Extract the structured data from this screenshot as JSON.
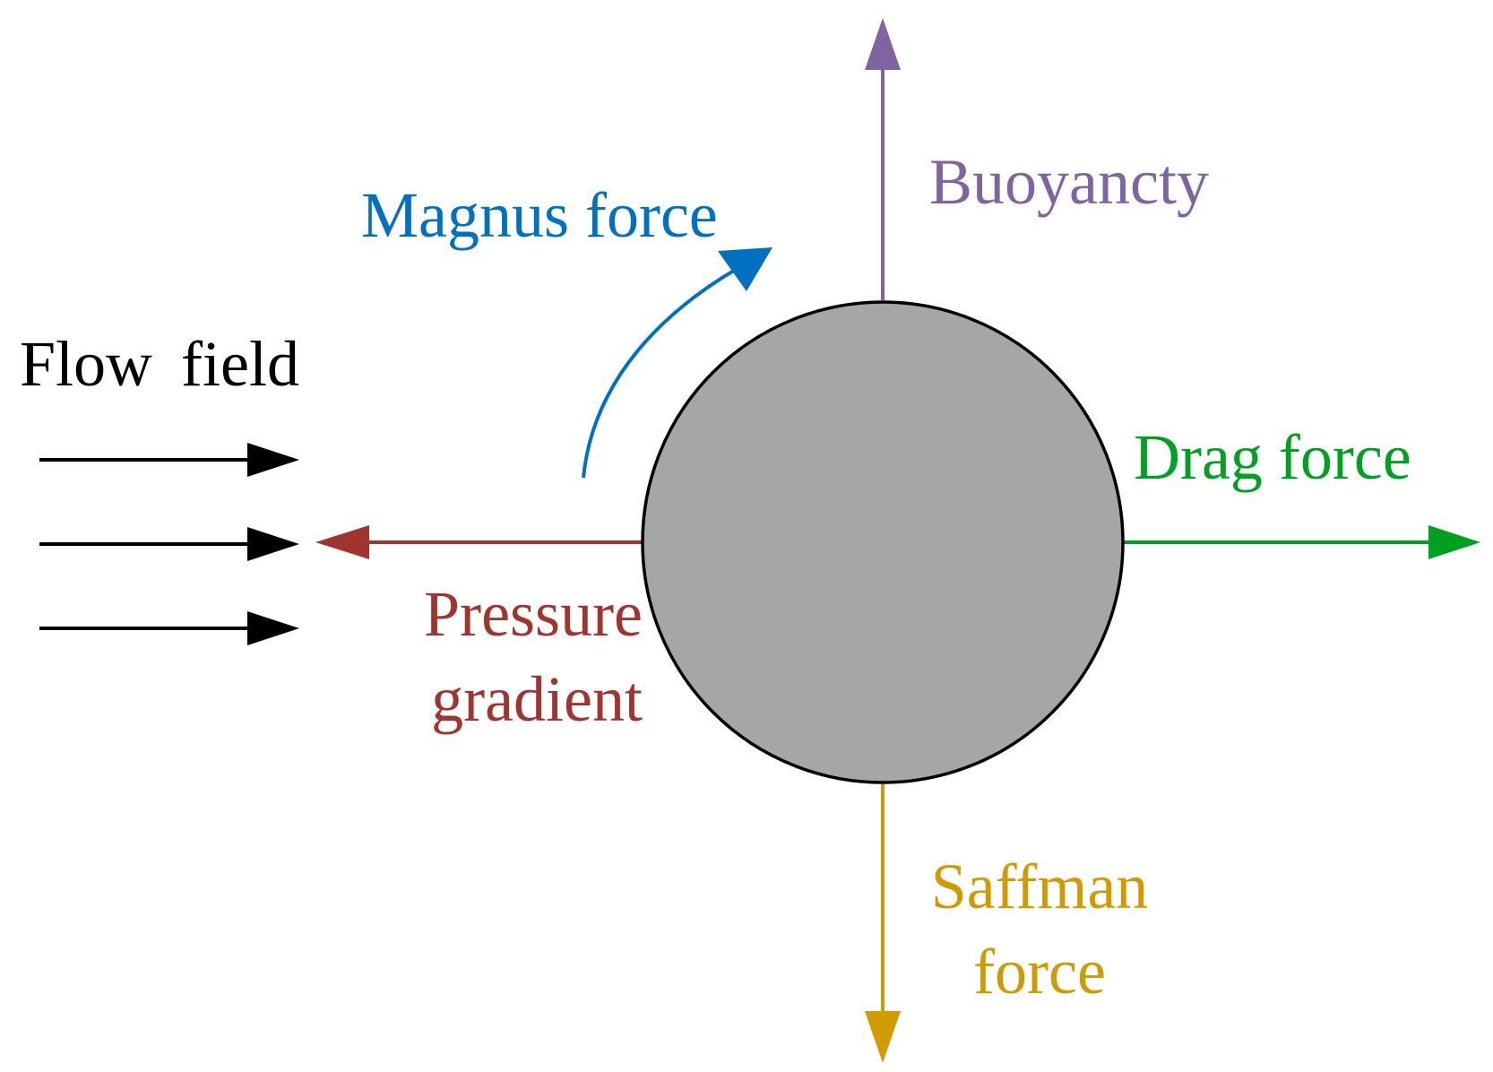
{
  "labels": {
    "flow_field": "Flow  field",
    "magnus": "Magnus force",
    "buoyancy": "Buoyancty",
    "drag": "Drag force",
    "pressure_line1": "Pressure",
    "pressure_line2": "gradient",
    "saffman_line1": "Saffman",
    "saffman_line2": "force"
  },
  "colors": {
    "flow": "#000000",
    "magnus": "#0070c0",
    "buoyancy": "#8064a2",
    "drag": "#00a020",
    "pressure": "#a0342e",
    "saffman": "#d09a00",
    "particle_fill": "#a6a6a6",
    "particle_stroke": "#000000"
  }
}
